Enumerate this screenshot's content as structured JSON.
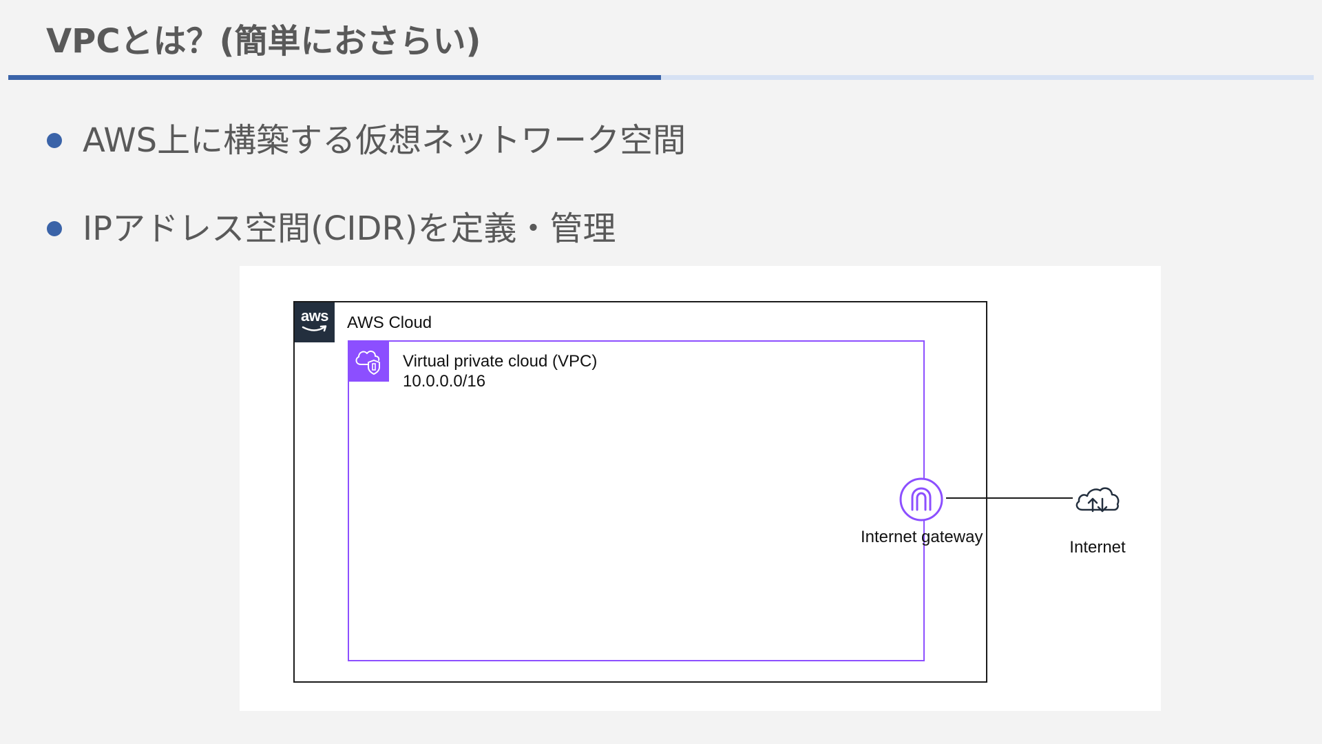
{
  "slide": {
    "title": "VPCとは？(簡単におさらい)",
    "bullets": [
      "AWS上に構築する仮想ネットワーク空間",
      "IPアドレス空間(CIDR)を定義・管理"
    ]
  },
  "diagram": {
    "aws_logo_text": "aws",
    "aws_cloud_label": "AWS Cloud",
    "vpc_label": "Virtual private cloud (VPC)",
    "vpc_cidr": "10.0.0.0/16",
    "gateway_label": "Internet gateway",
    "internet_label": "Internet",
    "icons": [
      "aws-logo-icon",
      "vpc-cloud-shield-icon",
      "internet-gateway-icon",
      "internet-cloud-icon"
    ]
  },
  "colors": {
    "accent_blue": "#3a63a8",
    "rule_light": "#d6e1f3",
    "vpc_purple": "#8c4fff",
    "aws_dark": "#232f3e",
    "text_gray": "#595959"
  }
}
